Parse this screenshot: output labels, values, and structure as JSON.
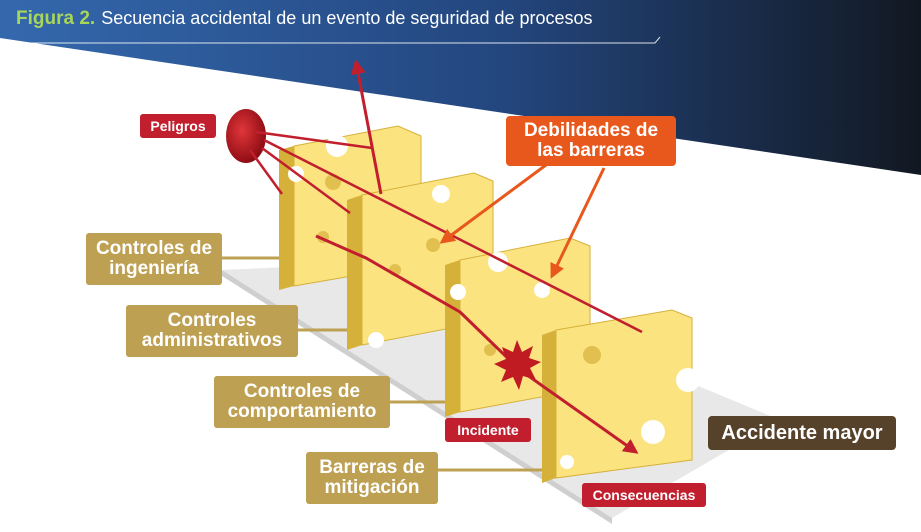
{
  "title": {
    "prefix": "Figura 2.",
    "text": "Secuencia accidental de un evento de seguridad de procesos"
  },
  "labels": {
    "peligros": "Peligros",
    "debilidades": "Debilidades de\nlas barreras",
    "controles_ingenieria": "Controles de\ningeniería",
    "controles_administrativos": "Controles\nadministrativos",
    "controles_comportamiento": "Controles de\ncomportamiento",
    "barreras_mitigacion": "Barreras de\nmitigación",
    "incidente": "Incidente",
    "consecuencias": "Consecuencias",
    "accidente_mayor": "Accidente mayor"
  },
  "colors": {
    "header_blue": "#2f61a8",
    "header_dark": "#141c2c",
    "cheese_face": "#fbe380",
    "cheese_side": "#d6b13a",
    "label_gold": "#bda052",
    "label_red": "#c21f2e",
    "label_orange": "#e8571c",
    "label_brown": "#56412a",
    "hazard_red": "#c0181f",
    "incident_red": "#c01a22",
    "arrow_red": "#c21f2e",
    "arrow_orange": "#e8571c",
    "base_gray": "#e6e6e6"
  }
}
